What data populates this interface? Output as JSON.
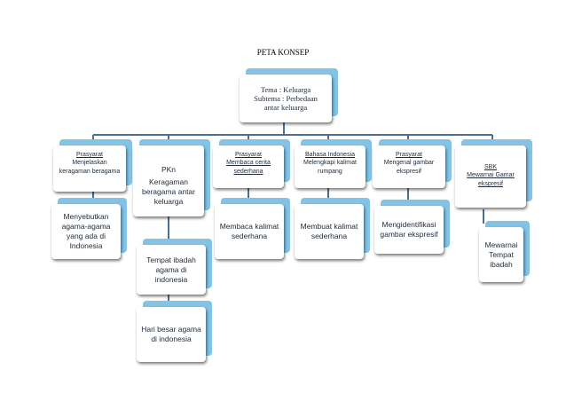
{
  "title": "PETA KONSEP",
  "tema": {
    "line1": "Tema : Keluarga",
    "line2": "Subtema : Perbedaan",
    "line3": "antar keluarga"
  },
  "columns": [
    {
      "top": {
        "heading": "Prasyarat",
        "text": "Menjelaskan keragaman beragama"
      },
      "children": [
        "Menyebutkan agama-agama yang ada di Indonesia"
      ]
    },
    {
      "top": {
        "heading": "PKn",
        "text": "Keragaman beragama antar keluarga"
      },
      "children": [
        "Tempat ibadah agama di indonesia",
        "Hari besar agama di indonesia"
      ]
    },
    {
      "top": {
        "heading": "Prasyarat",
        "text": "Membaca cerita sederhana"
      },
      "children": [
        "Membaca kalimat sederhana"
      ]
    },
    {
      "top": {
        "heading": "Bahasa Indonesia",
        "text": "Melengkapi kalimat rumpang"
      },
      "children": [
        "Membuat kalimat sederhana"
      ]
    },
    {
      "top": {
        "heading": "Prasyarat",
        "text": "Mengenal gambar ekspresif"
      },
      "children": [
        "Mengidentifikasi gambar ekspresif"
      ]
    },
    {
      "top": {
        "heading": "SBK",
        "text": "Mewarnai Gamar ekspresif"
      },
      "children": [
        "Mewarnai Tempat ibadah"
      ]
    }
  ]
}
